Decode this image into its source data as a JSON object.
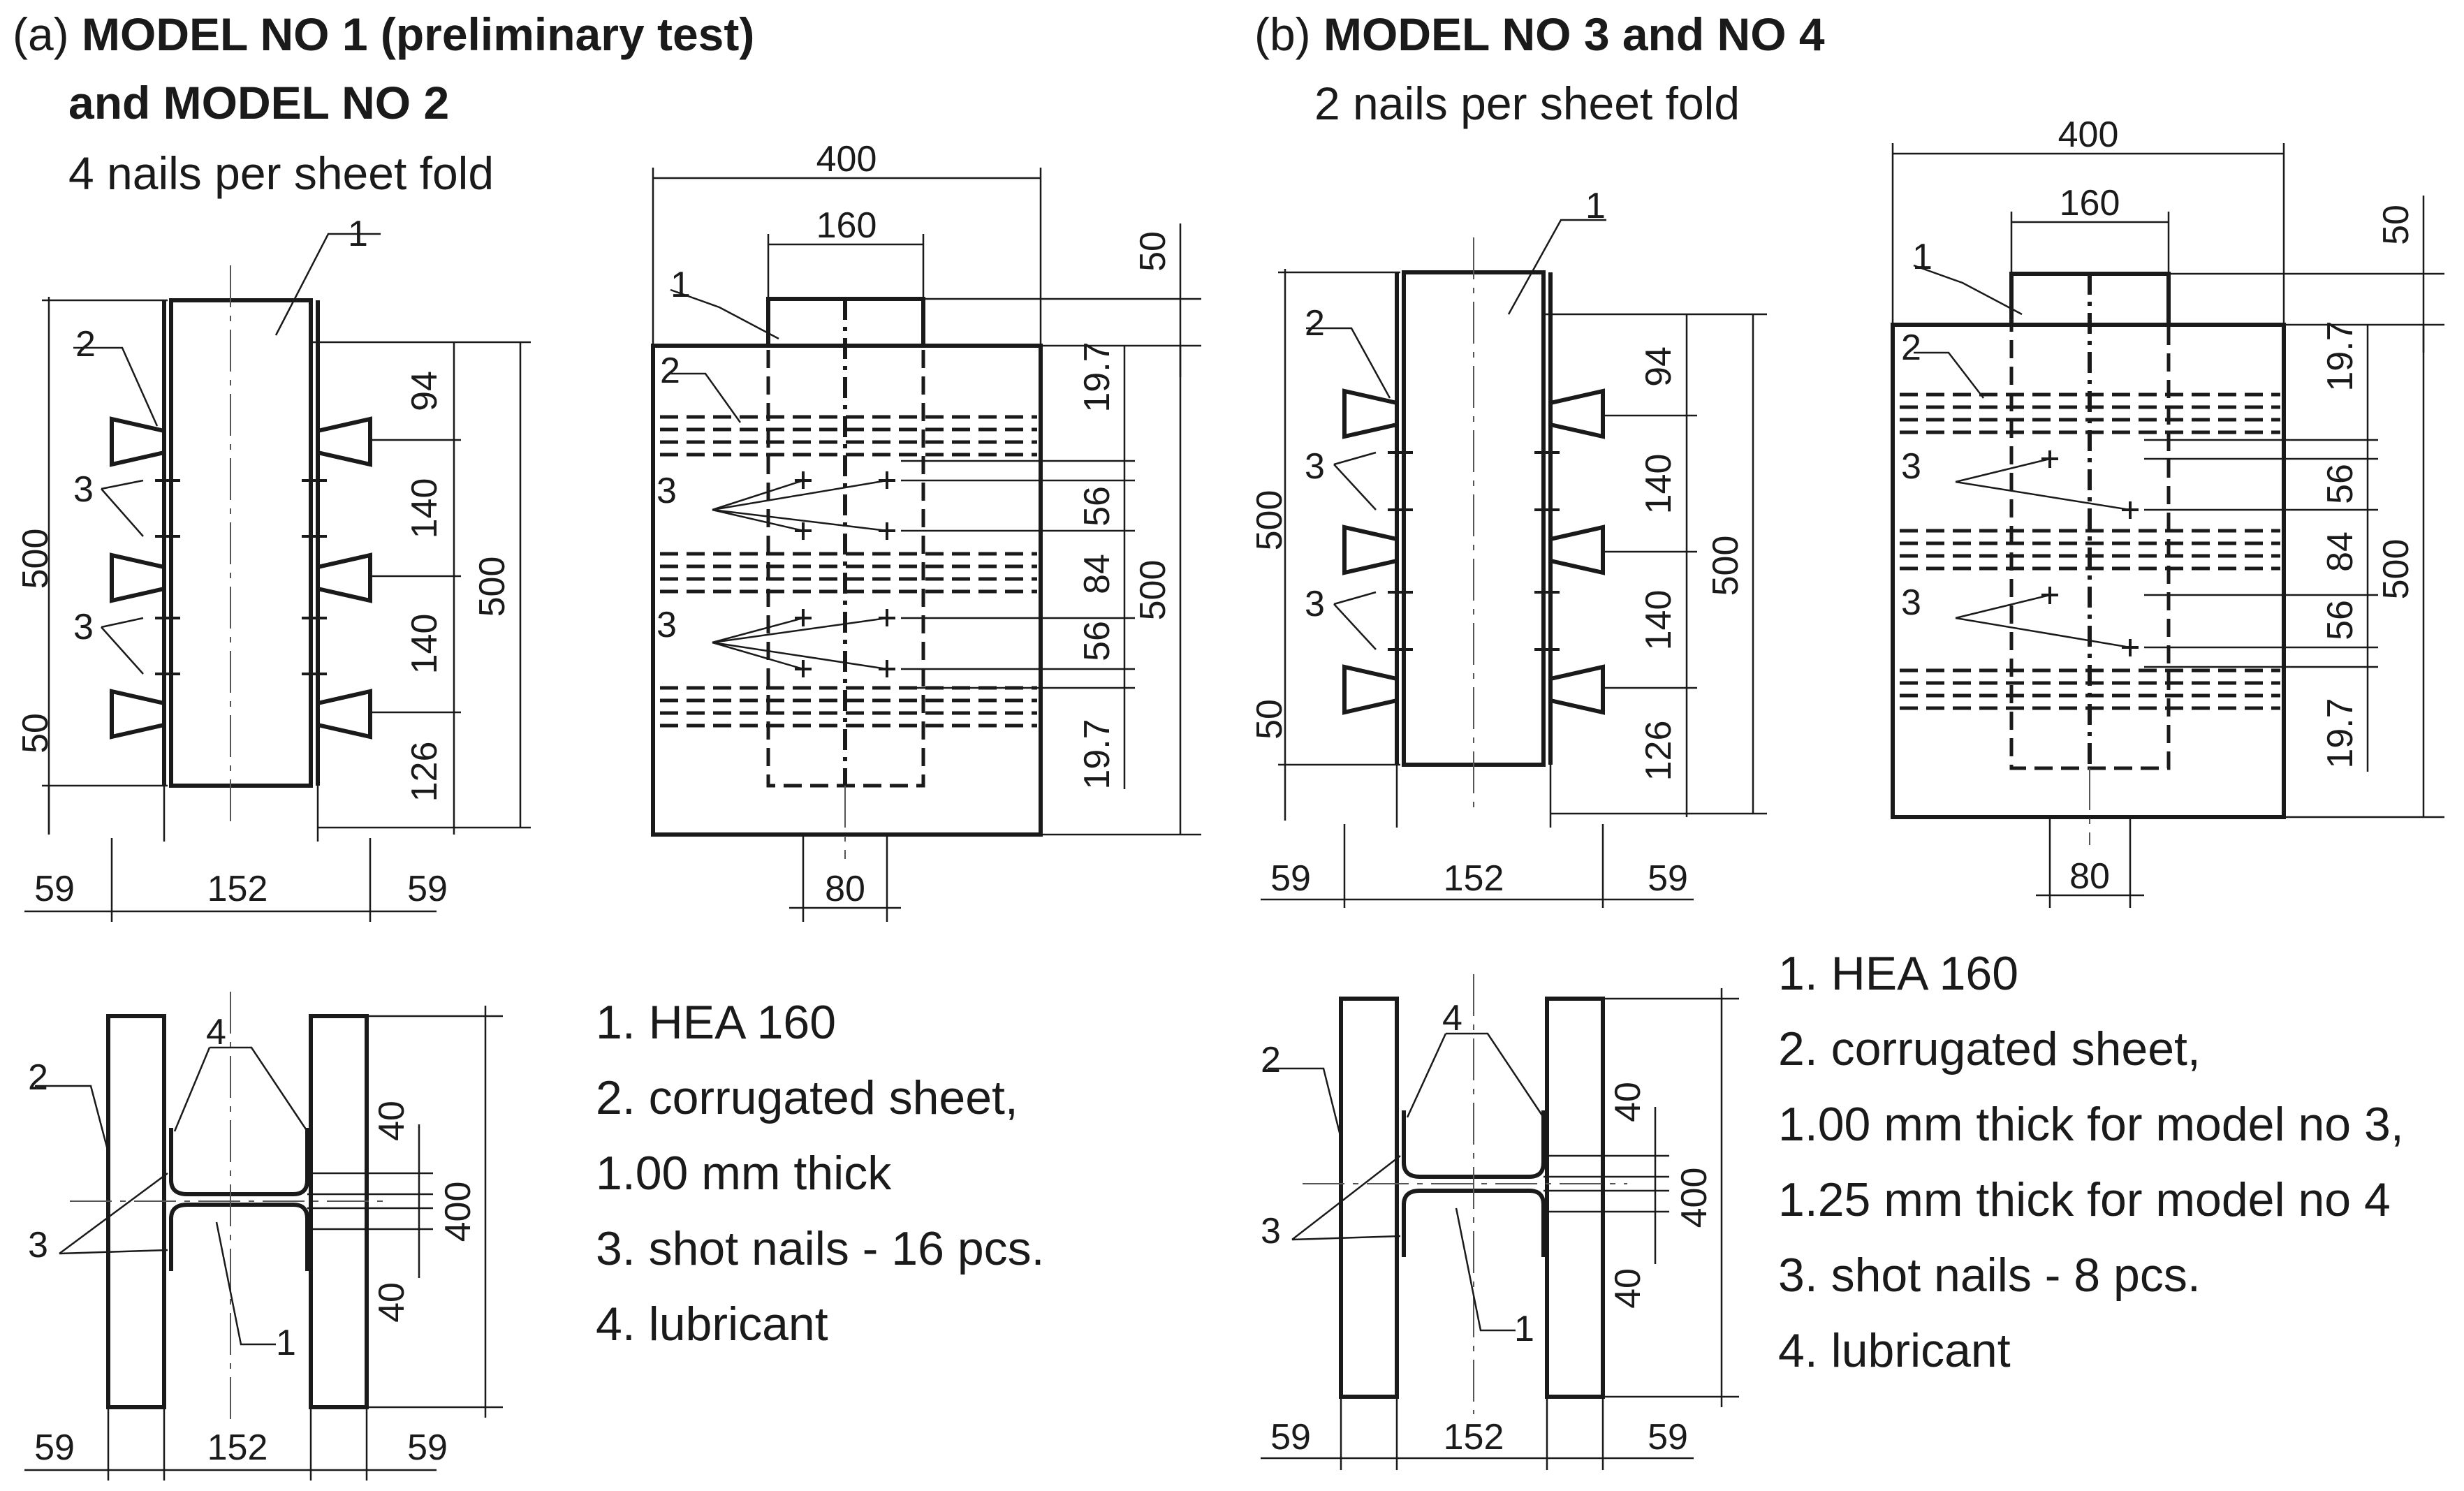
{
  "panel_a": {
    "label": "(a)",
    "title_line1": "MODEL NO 1 (preliminary test)",
    "title_line2": "and MODEL NO 2",
    "subtitle": "4 nails per sheet fold",
    "legend": [
      "1. HEA 160",
      "2. corrugated sheet,",
      "1.00 mm thick",
      "3. shot nails - 16 pcs.",
      "4. lubricant"
    ]
  },
  "panel_b": {
    "label": "(b)",
    "title_line1": "MODEL NO 3 and NO 4",
    "subtitle": "2 nails per sheet fold",
    "legend": [
      "1. HEA 160",
      "2. corrugated sheet,",
      "1.00 mm thick for model no 3,",
      "1.25 mm thick for model no 4",
      "3. shot nails - 8 pcs.",
      "4. lubricant"
    ]
  },
  "dims": {
    "d400": "400",
    "d160": "160",
    "d50": "50",
    "d500": "500",
    "d94": "94",
    "d140": "140",
    "d126": "126",
    "d59": "59",
    "d152": "152",
    "d80": "80",
    "d19_7": "19.7",
    "d56": "56",
    "d84": "84",
    "d40": "40"
  },
  "markers": {
    "m1": "1",
    "m2": "2",
    "m3": "3",
    "m4": "4"
  }
}
